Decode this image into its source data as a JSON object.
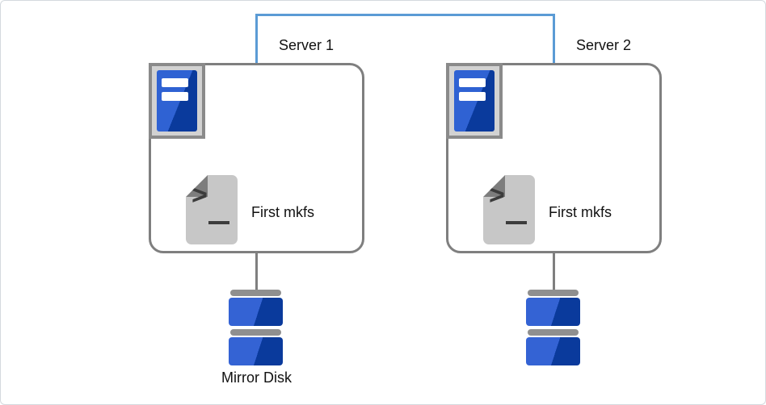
{
  "canvas": {
    "background": "#ffffff",
    "border_color": "#d4d9de"
  },
  "link": {
    "description": "network interconnect between servers",
    "color": "#5b9bd5"
  },
  "servers": [
    {
      "label": "Server 1",
      "script_label": "First mkfs"
    },
    {
      "label": "Server 2",
      "script_label": "First mkfs"
    }
  ],
  "mirror_disk_label": "Mirror Disk",
  "icons": {
    "server_icon": "server-tower",
    "script_icon": "terminal-script",
    "disk_icon": "mirror-disk-stack",
    "prompt_glyph": ">"
  },
  "colors": {
    "outline_gray": "#7f7f7f",
    "icon_frame_gray": "#8a8a8a",
    "icon_frame_fill": "#d2d2d2",
    "blue_light": "#3463d4",
    "blue_dark": "#0a3a9c",
    "document_gray": "#c7c7c7",
    "fold_gray": "#7d7d7d",
    "glyph_dark": "#3c3c3c",
    "link_blue": "#5b9bd5"
  }
}
